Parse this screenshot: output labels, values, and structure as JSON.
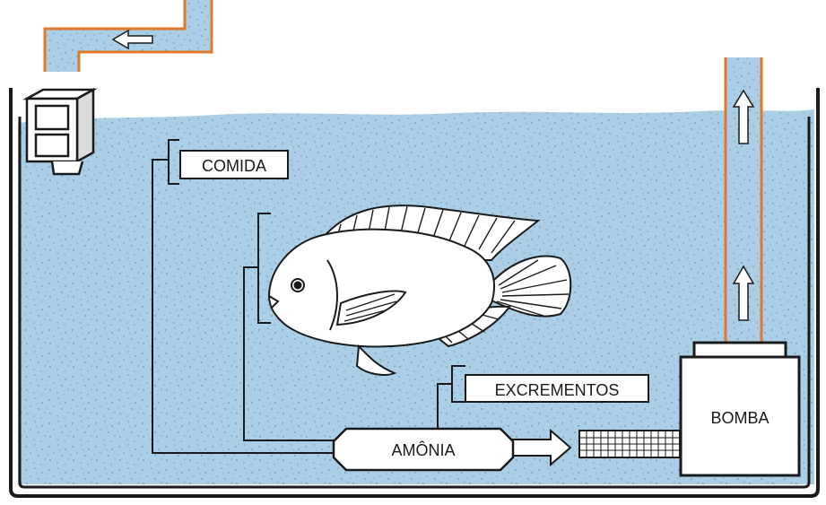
{
  "labels": {
    "food": "COMIDA",
    "excrement": "EXCREMENTOS",
    "ammonia": "AMÔNIA",
    "pump": "BOMBA"
  },
  "colors": {
    "water": "#a9cee6",
    "speckle": "#5e7f99",
    "pipe_outline": "#e07a2a",
    "ink": "#1a1a1a",
    "fish_fill": "#ffffff"
  },
  "icons": {
    "feeder": "feeder-icon",
    "fish": "fish-icon",
    "filter": "filter-grid-icon",
    "flow_arrow": "arrow-icon"
  }
}
